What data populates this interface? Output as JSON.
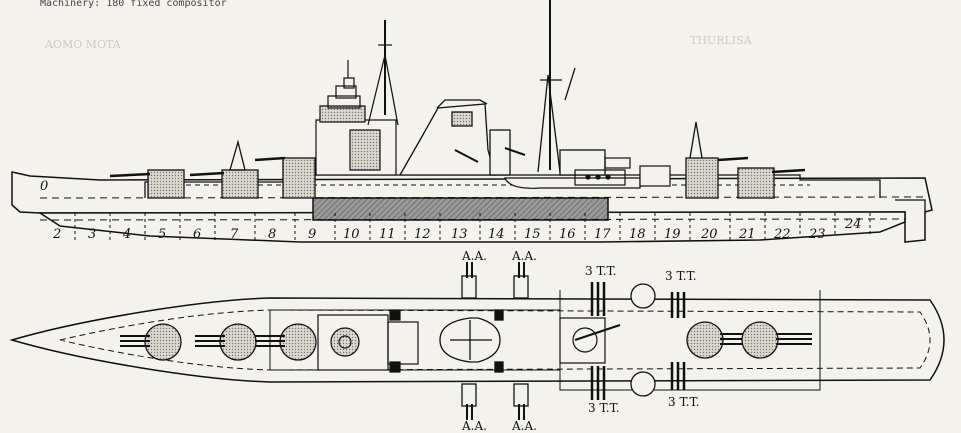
{
  "caption_top": "Machinery: 180 fixed compositor",
  "ghost_left": "AOMO MOTA",
  "ghost_right": "THURLISA",
  "profile": {
    "bow_number": "0",
    "compartments": [
      "2",
      "3",
      "4",
      "5",
      "6",
      "7",
      "8",
      "9",
      "10",
      "11",
      "12",
      "13",
      "14",
      "15",
      "16",
      "17",
      "18",
      "19",
      "20",
      "21",
      "22",
      "23",
      "24"
    ]
  },
  "plan": {
    "aa_labels": [
      "A.A.",
      "A.A.",
      "A.A.",
      "A.A."
    ],
    "tt_labels": [
      "3 T.T.",
      "3 T.T.",
      "3 T.T.",
      "3 T.T."
    ]
  },
  "colors": {
    "ink": "#111111",
    "paper": "#f4f2ec",
    "armor": "#8a8a8a",
    "stipple": "#c8c4bb"
  }
}
